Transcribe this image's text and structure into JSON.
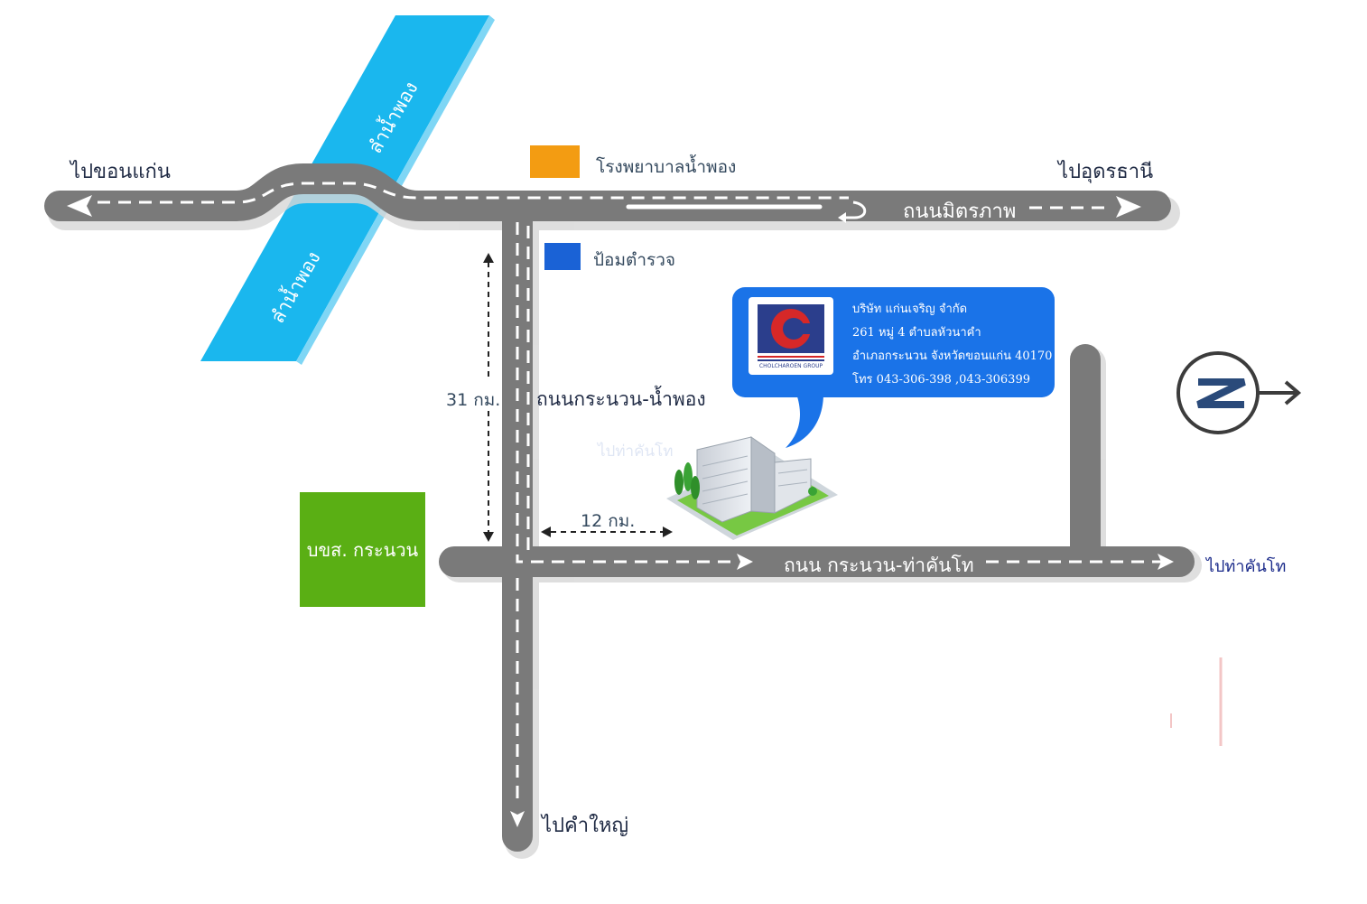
{
  "labels": {
    "to_khon_kaen": "ไปขอนแก่น",
    "to_udon_thani": "ไปอุดรธานี",
    "friendship_road": "ถนนมิตรภาพ",
    "river_upper": "ลำน้ำพอง",
    "river_lower": "ลำน้ำพอง",
    "kranuan_nampong_road": "ถนนกระนวน-น้ำพอง",
    "kranuan_thakhantho_road": "ถนน กระนวน-ท่าคันโท",
    "to_tha_khantho": "ไปท่าคันโท",
    "to_tha_khantho_faded": "ไปท่าคันโท",
    "to_kham_yai": "ไปคำใหญ่",
    "bus_station": "บขส. กระนวน"
  },
  "legend": {
    "hospital": "โรงพยาบาลน้ำพอง",
    "police": "ป้อมตำรวจ"
  },
  "distances": {
    "vertical": "31 กม.",
    "horizontal": "12 กม."
  },
  "company": {
    "name": "บริษัท แก่นเจริญ จำกัด",
    "address1": "261 หมู่ 4 ตำบลหัวนาคำ",
    "address2": "อำเภอกระนวน จังหวัดขอนแก่น 40170",
    "phone": "โทร 043-306-398 ,043-306399",
    "logo_caption": "CHOLCHAROEN GROUP"
  },
  "compass": {
    "letter": "N"
  },
  "colors": {
    "road": "#7a7a7a",
    "river": "#1ab7ee",
    "hospital": "#f39c12",
    "police": "#1a62d6",
    "bus_station": "#5aaf14",
    "bubble": "#1a73e8"
  }
}
